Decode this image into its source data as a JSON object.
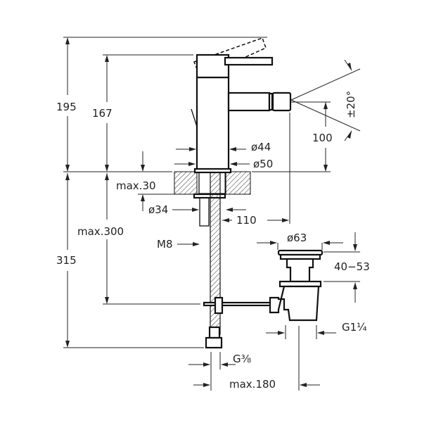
{
  "drawing": {
    "labels": {
      "h195": "195",
      "h167": "167",
      "h315": "315",
      "max300": "max.300",
      "max30": "max.30",
      "d34": "ø34",
      "m8": "M8",
      "d44": "ø44",
      "d50": "ø50",
      "h100": "100",
      "angle": "±20°",
      "d110": "110",
      "d63": "ø63",
      "range4053": "40−53",
      "g114": "G1¼",
      "g38": "G⅜",
      "max180": "max.180"
    }
  }
}
